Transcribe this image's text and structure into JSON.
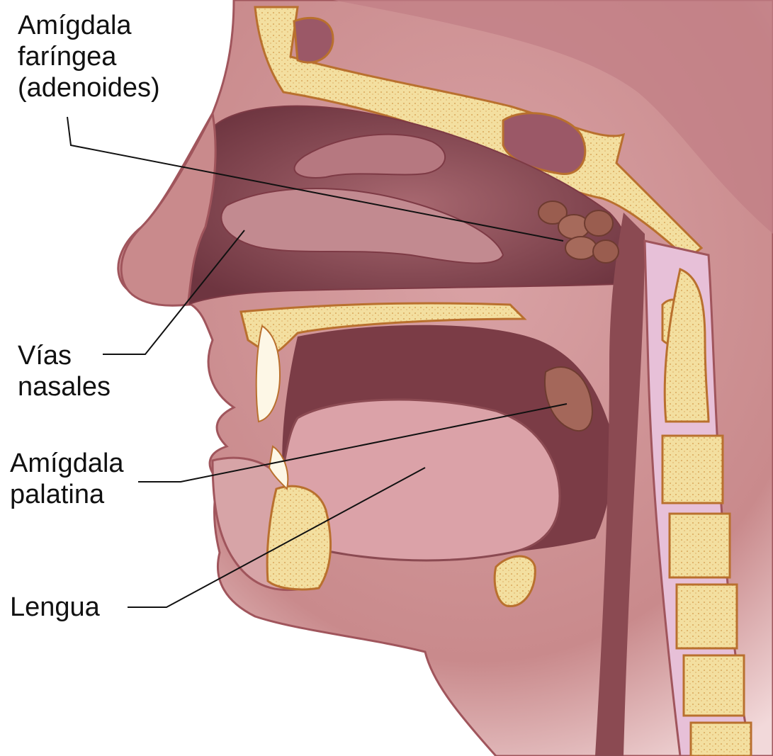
{
  "labels": {
    "pharyngeal_tonsil": [
      "Amígdala",
      "faríngea",
      "(adenoides)"
    ],
    "nasal_passages": [
      "Vías",
      "nasales"
    ],
    "palatine_tonsil": [
      "Amígdala",
      "palatina"
    ],
    "tongue": [
      "Lengua"
    ]
  },
  "colors": {
    "skin": "#c98a8c",
    "tissue_dark": "#8b4a52",
    "tissue_mid": "#b4767b",
    "tissue_light": "#e8b9bd",
    "bone": "#f3dfa0",
    "bone_edge": "#b9702e",
    "tonsil": "#9a5d4f",
    "spine_pink": "#e7c0d8"
  }
}
